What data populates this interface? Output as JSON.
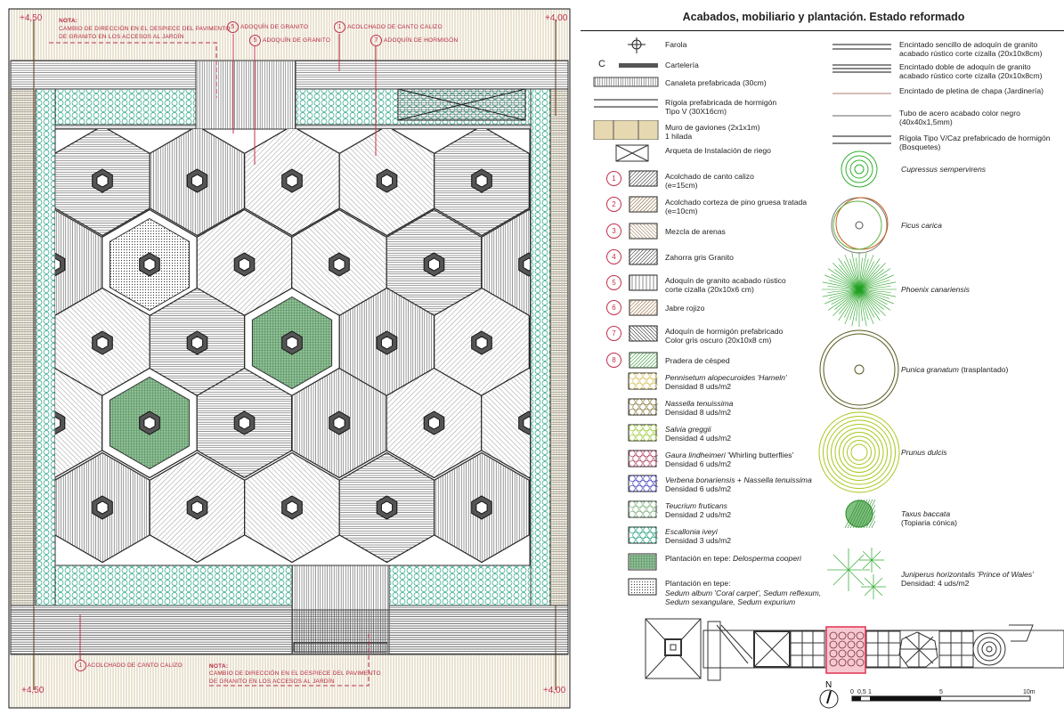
{
  "plan": {
    "elevations": {
      "top_left": "+4,50",
      "top_right": "+4,00",
      "bottom_left": "+4,50",
      "bottom_right": "+4,00"
    },
    "note_top": {
      "title": "NOTA:",
      "line1": "Cambio de dirección en el despiece del pavimento",
      "line2": "de granito en los accesos al jardín"
    },
    "note_bottom": {
      "title": "NOTA:",
      "line1": "Cambio de dirección en el despiece del pavimento",
      "line2": "de granito en los accesos al jardín"
    },
    "callouts": [
      {
        "num": "5",
        "label": "Adoquín de granito"
      },
      {
        "num": "5",
        "label": "Adoquín de granito"
      },
      {
        "num": "1",
        "label": "Acolchado de canto calizo"
      },
      {
        "num": "7",
        "label": "Adoquín de hormigón"
      },
      {
        "num": "1",
        "label": "Acolchado de canto calizo"
      }
    ]
  },
  "legend": {
    "title": "Acabados, mobiliario y plantación. Estado reformado",
    "symbols": [
      {
        "label": "Farola"
      },
      {
        "label": "Cartelería",
        "prefix": "C"
      },
      {
        "label": "Canaleta prefabricada (30cm)"
      },
      {
        "label": "Rígola prefabricada de hormigón",
        "label2": "Tipo V (30X16cm)"
      },
      {
        "label": "Muro de gaviones (2x1x1m)",
        "label2": "1 hilada"
      },
      {
        "label": "Arqueta de Instalación de riego"
      }
    ],
    "finishes": [
      {
        "num": "1",
        "label": "Acolchado de canto calizo",
        "label2": "(e=15cm)"
      },
      {
        "num": "2",
        "label": "Acolchado corteza de pino gruesa tratada",
        "label2": "(e=10cm)"
      },
      {
        "num": "3",
        "label": "Mezcla de arenas"
      },
      {
        "num": "4",
        "label": "Zahorra gris Granito"
      },
      {
        "num": "5",
        "label": "Adoquín de granito acabado rústico",
        "label2": "corte cizalla (20x10x6 cm)"
      },
      {
        "num": "6",
        "label": "Jabre rojizo"
      },
      {
        "num": "7",
        "label": "Adoquín de hormigón prefabricado",
        "label2": "Color gris oscuro (20x10x8 cm)"
      },
      {
        "num": "8",
        "label": "Pradera de césped"
      }
    ],
    "plants": [
      {
        "name": "Pennisetum alopecuroides 'Hameln'",
        "density": "Densidad 8 uds/m2",
        "color": "#d8c060"
      },
      {
        "name": "Nassella tenuissima",
        "density": "Densidad 8 uds/m2",
        "color": "#8a7a40"
      },
      {
        "name": "Salvia greggii",
        "density": "Densidad 4 uds/m2",
        "color": "#9acd32"
      },
      {
        "name": "Gaura lindheimeri",
        "name2": " 'Whirling butterflies'",
        "density": "Densidad 6 uds/m2",
        "color": "#b04060"
      },
      {
        "name": "Verbena bonariensis",
        "name_mid": " + ",
        "name2": "Nassella tenuissima",
        "density": "Densidad 6 uds/m2",
        "color": "#4040c0"
      },
      {
        "name": "Teucrium fruticans",
        "density": "Densidad 2 uds/m2",
        "color": "#80b080"
      },
      {
        "name": "Escallonia iveyi",
        "density": "Densidad 3 uds/m2",
        "color": "#20a080"
      },
      {
        "label": "Plantación en tepe: ",
        "name": "Delosperma cooperi",
        "color": "#2e6b3a"
      },
      {
        "label": "Plantación en tepe:",
        "name": "Sedum album 'Coral carpet', Sedum reflexum,",
        "name2": "Sedum sexangulare, Sedum expurium",
        "color": "#333333"
      }
    ],
    "lines": [
      {
        "label": "Encintado sencillo de adoquín de granito",
        "label2": "acabado rústico corte cizalla (20x10x8cm)"
      },
      {
        "label": "Encintado doble de adoquín de granito",
        "label2": "acabado rústico corte cizalla (20x10x8cm)"
      },
      {
        "label": "Encintado de pletina de chapa (Jardinería)"
      },
      {
        "label": "Tubo de acero acabado color negro",
        "label2": "(40x40x1,5mm)"
      },
      {
        "label": "Rígola Tipo V/Caz prefabricado de hormigón",
        "label2": "(Bosquetes)"
      }
    ],
    "trees": [
      {
        "name": "Cupressus sempervirens",
        "color": "#30b030"
      },
      {
        "name": "Ficus carica",
        "color": "#808080"
      },
      {
        "name": "Phoenix canariensis",
        "color": "#20a020"
      },
      {
        "name": "Punica granatum",
        "suffix": " (trasplantado)",
        "color": "#5a5a20"
      },
      {
        "name": "Prunus dulcis",
        "color": "#a8c820"
      },
      {
        "name": "Taxus baccata",
        "suffix2": "(Topiaria cónica)",
        "color": "#2a8a2a"
      },
      {
        "name": "Juniperus horizontalis 'Prince of Wales'",
        "suffix2": "Densidad: 4 uds/m2",
        "color": "#40b040"
      }
    ]
  },
  "key_plan": {
    "north": "N",
    "scale_labels": [
      "0",
      "0,5",
      "1",
      "5",
      "10m"
    ],
    "highlight_color": "#e03050"
  },
  "colors": {
    "annotation": "#c0304a",
    "hatch_beige": "#c9b98c",
    "escallonia": "#20a080",
    "green_tepe": "#3a7a45"
  }
}
